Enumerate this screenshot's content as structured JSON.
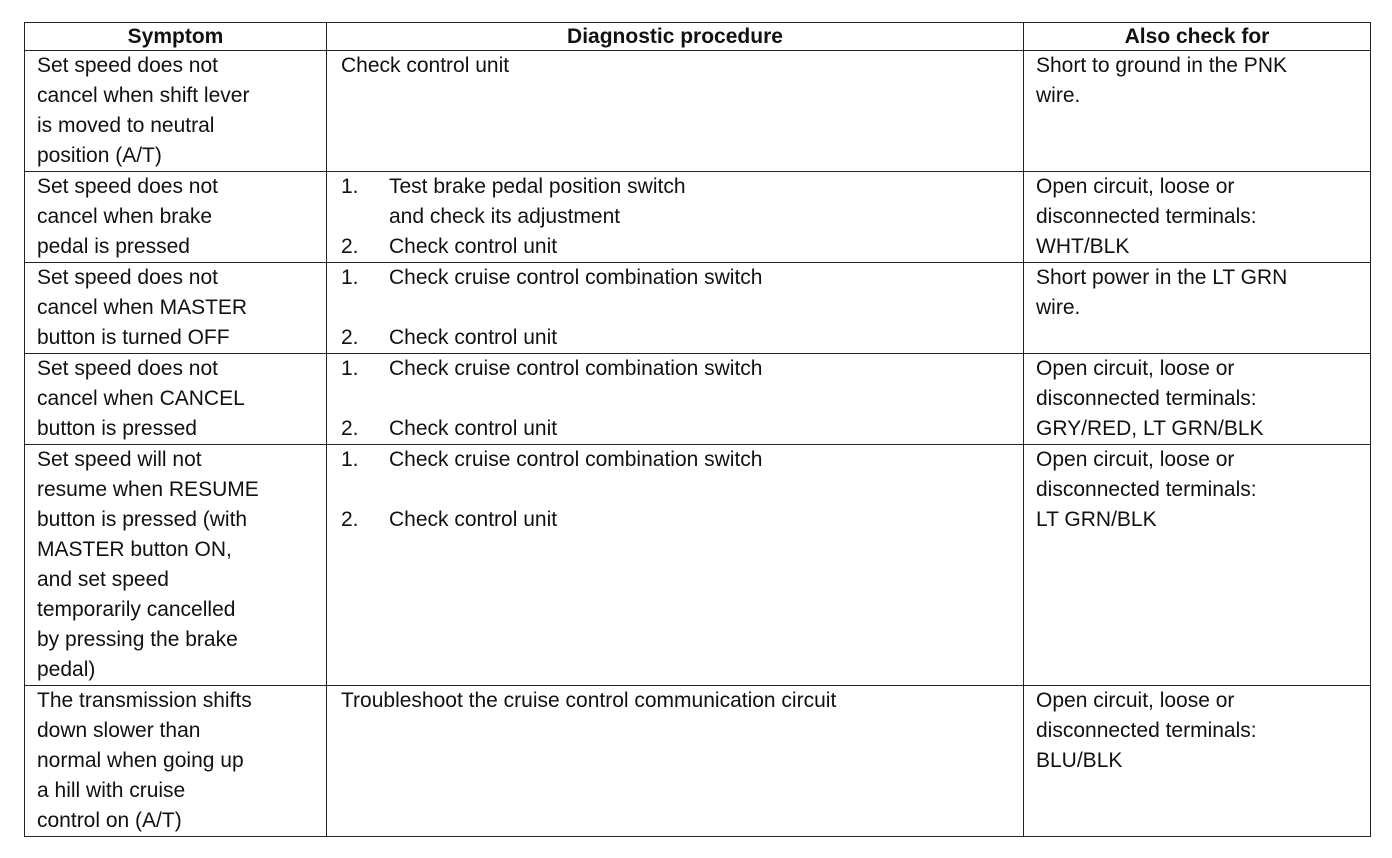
{
  "table": {
    "headers": [
      "Symptom",
      "Diagnostic procedure",
      "Also check for"
    ],
    "rows": [
      {
        "symptom": [
          "Set speed does not",
          "cancel when shift lever",
          "is moved to neutral",
          "position (A/T)"
        ],
        "procedure": "Check control unit",
        "also": [
          "Short to ground in the PNK",
          "wire."
        ]
      },
      {
        "symptom": [
          "Set speed does not",
          "cancel when brake",
          "pedal is pressed"
        ],
        "steps": [
          {
            "num": "1.",
            "lines": [
              "Test brake pedal position switch",
              "and check its adjustment"
            ]
          },
          {
            "num": "2.",
            "lines": [
              "Check control unit"
            ]
          }
        ],
        "also": [
          "Open circuit, loose or",
          "disconnected terminals:",
          "WHT/BLK"
        ]
      },
      {
        "symptom": [
          "Set speed does not",
          "cancel when MASTER",
          "button is turned OFF"
        ],
        "steps": [
          {
            "num": "1.",
            "lines": [
              "Check cruise  control  combination  switch"
            ]
          },
          {
            "num": "2.",
            "lines": [
              "Check control unit"
            ]
          }
        ],
        "also": [
          "Short power in the LT GRN",
          "wire."
        ]
      },
      {
        "symptom": [
          "Set speed does not",
          "cancel when CANCEL",
          "button is pressed"
        ],
        "steps": [
          {
            "num": "1.",
            "lines": [
              "Check cruise  control  combination  switch"
            ]
          },
          {
            "num": "2.",
            "lines": [
              "Check control unit"
            ]
          }
        ],
        "also": [
          "Open circuit, loose or",
          "disconnected terminals:",
          "GRY/RED, LT GRN/BLK"
        ]
      },
      {
        "symptom": [
          "Set speed will not",
          "resume when RESUME",
          "button is pressed (with",
          "MASTER button ON,",
          "and set speed",
          "temporarily cancelled",
          "by pressing the brake",
          "pedal)"
        ],
        "steps": [
          {
            "num": "1.",
            "lines": [
              "Check cruise  control  combination  switch"
            ]
          },
          {
            "num": "2.",
            "lines": [
              "Check control unit"
            ]
          }
        ],
        "also": [
          "Open circuit, loose or",
          "disconnected terminals:",
          "LT GRN/BLK"
        ]
      },
      {
        "symptom": [
          "The transmission shifts",
          "down slower than",
          "normal when going up",
          "a hill with cruise",
          "control on (A/T)"
        ],
        "procedure": "Troubleshoot the cruise control communication circuit",
        "also": [
          "Open circuit, loose or",
          "disconnected terminals:",
          "BLU/BLK"
        ]
      }
    ]
  }
}
